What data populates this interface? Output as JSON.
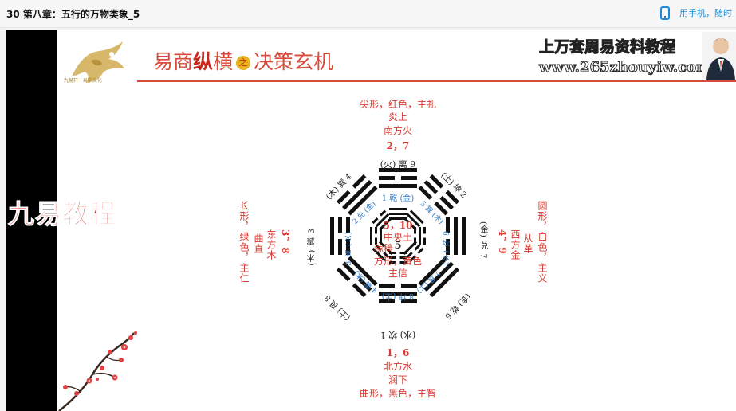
{
  "page": {
    "title": "30 第八章：五行的万物类象_5",
    "mobile_link": "用手机，随时"
  },
  "slide": {
    "title_parts": [
      "易商",
      "纵",
      "横",
      "之",
      "决策玄机"
    ],
    "logo_caption": "九易轩 · 易学文化",
    "watermark_line1": "上万套周易资料教程",
    "watermark_line2": "www.265zhouyiw.com",
    "side_brand": "九易教程"
  },
  "colors": {
    "red": "#d7392f",
    "accent": "#c8281b",
    "blue": "#2e79c8",
    "link": "#1e8ad6"
  },
  "south": {
    "line1": "尖形，红色，主礼",
    "line2": "炎上",
    "line3": "南方火",
    "line4": "2，7"
  },
  "north": {
    "line1": "1，6",
    "line2": "北方水",
    "line3": "润下",
    "line4": "曲形，黑色，主智"
  },
  "east": {
    "col1": "长形，绿色，主仁",
    "col2": "曲直",
    "col3": "东方木",
    "col4": "3，8"
  },
  "west": {
    "col1": "圆形，白色，主义",
    "col2": "从革",
    "col3": "西方金",
    "col4": "4，9"
  },
  "center": {
    "line1": "5，10",
    "line2": "中央土",
    "line3": "稼穑",
    "line4": "方形，黄色",
    "line5": "主信",
    "number": "5"
  },
  "outer_labels": {
    "s": "(火) 离 9",
    "se": "(土) 坤 2",
    "e": "(金) 兑 7",
    "ne": "(金) 乾 6",
    "n": "(水) 坎 1",
    "nw": "(土) 艮 8",
    "w": "(木) 震 3",
    "sw": "(木) 巽 4"
  },
  "inner_labels": {
    "s": "1 乾 (金)",
    "se": "5 巽 (木)",
    "e": "6 坎 (水)",
    "ne": "7 艮 (土)",
    "n": "8 坤 (土)",
    "nw": "4 震 (木)",
    "w": "3 离 (火)",
    "sw": "2 兑 (金)"
  },
  "icons": [
    "phone-icon",
    "dragon-logo",
    "presenter-photo",
    "plum-blossom-branch"
  ]
}
